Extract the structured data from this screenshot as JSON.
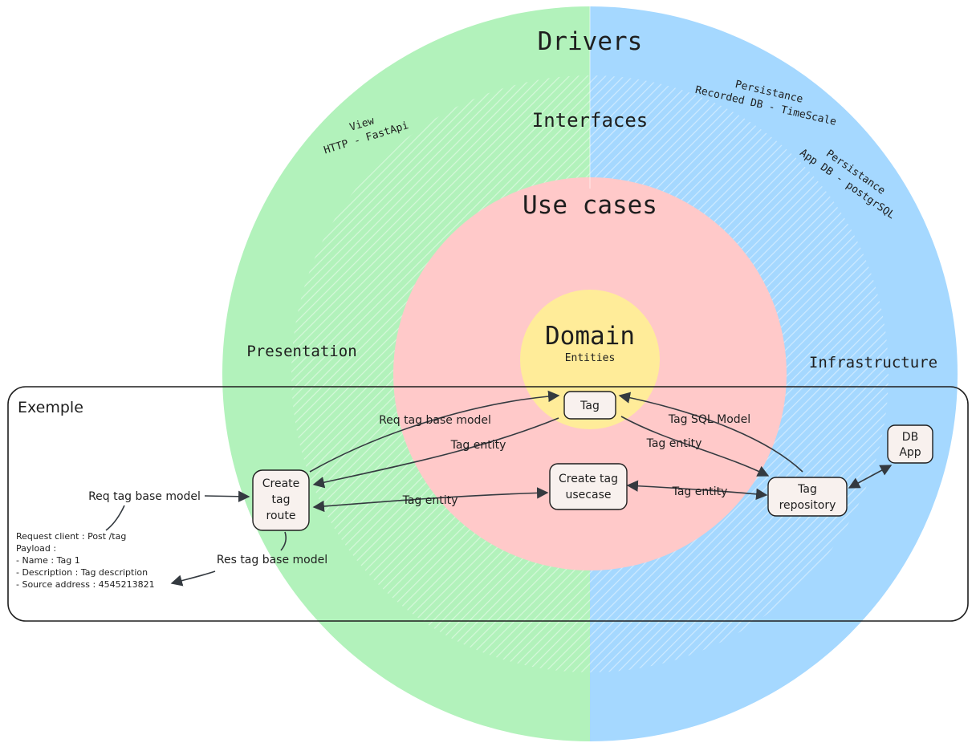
{
  "layers": {
    "drivers": "Drivers",
    "interfaces": "Interfaces",
    "use_cases": "Use cases",
    "domain": "Domain",
    "entities": "Entities",
    "presentation": "Presentation",
    "infrastructure": "Infrastructure"
  },
  "adapters": {
    "view_title": "View",
    "view_tech": "HTTP - FastApi",
    "persist1_title": "Persistance",
    "persist1_tech": "Recorded DB - TimeScale",
    "persist2_title": "Persistance",
    "persist2_tech": "App DB - postgrSQL"
  },
  "example": {
    "title": "Exemple",
    "request_lines": [
      "Request client : Post /tag",
      "Payload :",
      "- Name : Tag 1",
      "- Description : Tag description",
      "- Source address :  4545213821"
    ]
  },
  "nodes": {
    "tag": "Tag",
    "route": [
      "Create",
      "tag",
      "route"
    ],
    "usecase": [
      "Create tag",
      "usecase"
    ],
    "repository": [
      "Tag",
      "repository"
    ],
    "db": [
      "DB",
      "App"
    ]
  },
  "edges": {
    "req_tag_base_model_top": "Req tag base model",
    "tag_entity_left": "Tag entity",
    "tag_entity_right": "Tag entity",
    "tag_sql_model": "Tag SQL Model",
    "tag_entity_route_usecase": "Tag entity",
    "tag_entity_usecase_repo": "Tag entity",
    "req_tag_base_model_in": "Req tag base model",
    "res_tag_base_model": "Res tag base model"
  },
  "colors": {
    "presentation": "#b2f2bb",
    "infrastructure": "#a5d8ff",
    "use_cases": "#ffc9c9",
    "domain": "#ffec99",
    "node_fill": "#f8f1ee",
    "stroke": "#1e1e1e"
  }
}
